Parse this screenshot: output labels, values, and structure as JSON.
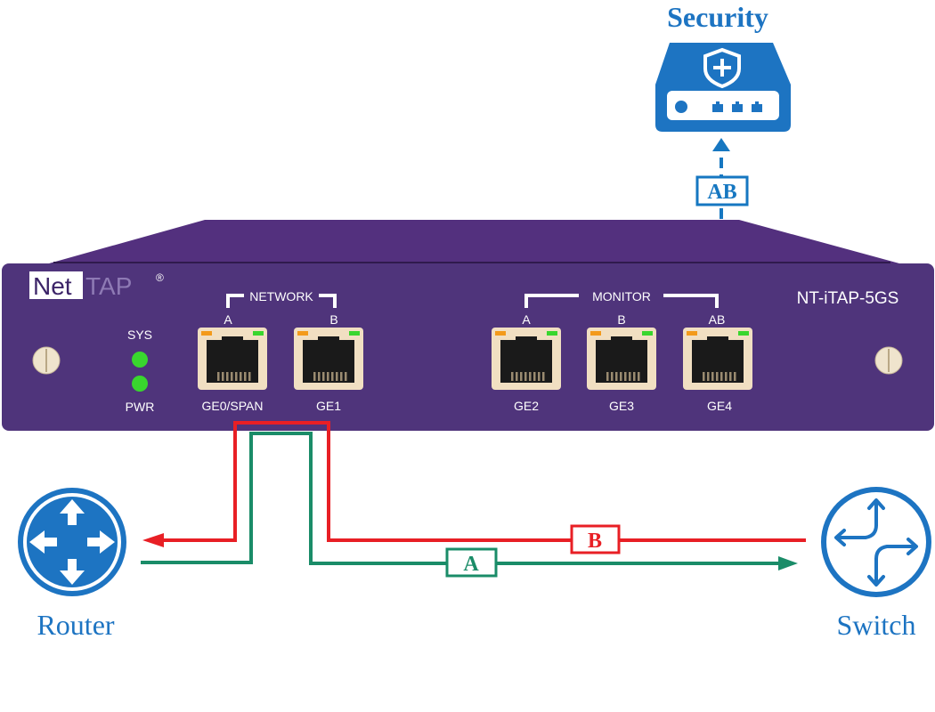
{
  "labels": {
    "security": "Security",
    "router": "Router",
    "switch": "Switch",
    "model": "NT-iTAP-5GS",
    "logo_net": "Net",
    "logo_tap": "TAP",
    "logo_reg": "®"
  },
  "indicators": {
    "sys": "SYS",
    "pwr": "PWR"
  },
  "groups": {
    "network": "NETWORK",
    "monitor": "MONITOR"
  },
  "ports": [
    {
      "id": "ge0",
      "name": "GE0/SPAN",
      "channel": "A"
    },
    {
      "id": "ge1",
      "name": "GE1",
      "channel": "B"
    },
    {
      "id": "ge2",
      "name": "GE2",
      "channel": "A"
    },
    {
      "id": "ge3",
      "name": "GE3",
      "channel": "B"
    },
    {
      "id": "ge4",
      "name": "GE4",
      "channel": "AB"
    }
  ],
  "flows": {
    "a": "A",
    "b": "B",
    "ab": "AB"
  },
  "colors": {
    "chassis": "#4f347b",
    "chassis_top": "#53307e",
    "flow_a": "#1a8c68",
    "flow_b": "#e81f25",
    "flow_ab": "#1677c1",
    "icon_blue": "#1d74c2",
    "led_green": "#39d62e",
    "port_face": "#f1dfc2",
    "port_amber": "#f39a1b"
  }
}
